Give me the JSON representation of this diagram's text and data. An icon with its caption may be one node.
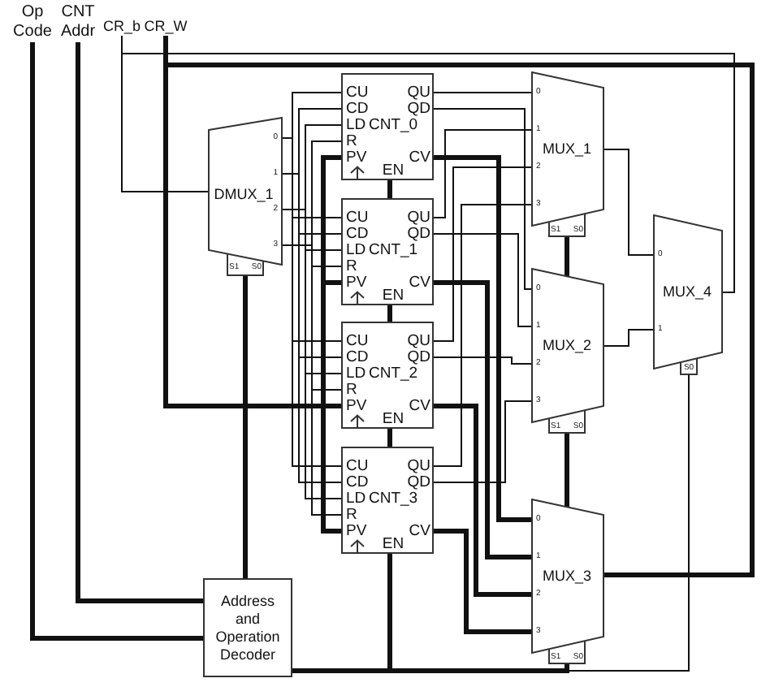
{
  "diagram": {
    "nodes": [
      {
        "text": [
          "Op Code"
        ]
      },
      {
        "text": [
          "CNT Addr"
        ]
      },
      {
        "text": [
          "CR_b"
        ]
      },
      {
        "text": [
          "CR_W"
        ]
      },
      {
        "text": [
          "0",
          "1",
          "DMUX_1",
          "2",
          "3",
          "S1",
          "S0"
        ]
      },
      {
        "text": [
          "CU",
          "QU",
          "CD",
          "QD",
          "LD",
          "CNT_0",
          "R",
          "PV",
          "CV",
          "EN"
        ]
      },
      {
        "text": [
          "CU",
          "QU",
          "CD",
          "QD",
          "LD",
          "CNT_1",
          "R",
          "PV",
          "CV",
          "EN"
        ]
      },
      {
        "text": [
          "CU",
          "QU",
          "CD",
          "QD",
          "LD",
          "CNT_2",
          "R",
          "PV",
          "CV",
          "EN"
        ]
      },
      {
        "text": [
          "CU",
          "QU",
          "CD",
          "QD",
          "LD",
          "CNT_3",
          "R",
          "PV",
          "CV",
          "EN"
        ]
      },
      {
        "text": [
          "0",
          "1",
          "MUX_1",
          "2",
          "3",
          "S1",
          "S0"
        ]
      },
      {
        "text": [
          "0",
          "1",
          "MUX_2",
          "2",
          "3",
          "S1",
          "S0"
        ]
      },
      {
        "text": [
          "0",
          "1",
          "MUX_3",
          "2",
          "3",
          "S1",
          "S0"
        ]
      },
      {
        "text": [
          "0",
          "MUX_4",
          "1",
          "S0"
        ]
      },
      {
        "text": [
          "Address and Operation Decoder"
        ]
      }
    ],
    "edges": [
      {
        "from": 0,
        "to": 13,
        "arrow": "none",
        "style": "thick"
      },
      {
        "from": 1,
        "to": 13,
        "arrow": "none",
        "style": "thick"
      },
      {
        "from": 2,
        "to": 4,
        "arrow": "none"
      },
      {
        "from": 12,
        "to": 2,
        "arrow": "none"
      },
      {
        "from": 11,
        "to": 3,
        "arrow": "none",
        "style": "thick"
      },
      {
        "from": 3,
        "to": 5,
        "arrow": "none",
        "style": "thick"
      },
      {
        "from": 3,
        "to": 6,
        "arrow": "none",
        "style": "thick"
      },
      {
        "from": 3,
        "to": 7,
        "arrow": "none",
        "style": "thick"
      },
      {
        "from": 3,
        "to": 8,
        "arrow": "none",
        "style": "thick"
      },
      {
        "from": 13,
        "to": 4,
        "arrow": "none",
        "style": "thick"
      },
      {
        "from": 4,
        "to": 5,
        "arrow": "none"
      },
      {
        "from": 4,
        "to": 6,
        "arrow": "none"
      },
      {
        "from": 4,
        "to": 7,
        "arrow": "none"
      },
      {
        "from": 4,
        "to": 8,
        "arrow": "none"
      },
      {
        "from": 4,
        "to": 5,
        "arrow": "none"
      },
      {
        "from": 4,
        "to": 6,
        "arrow": "none"
      },
      {
        "from": 4,
        "to": 7,
        "arrow": "none"
      },
      {
        "from": 4,
        "to": 8,
        "arrow": "none"
      },
      {
        "from": 4,
        "to": 5,
        "arrow": "none"
      },
      {
        "from": 4,
        "to": 6,
        "arrow": "none"
      },
      {
        "from": 4,
        "to": 7,
        "arrow": "none"
      },
      {
        "from": 4,
        "to": 8,
        "arrow": "none"
      },
      {
        "from": 4,
        "to": 5,
        "arrow": "none"
      },
      {
        "from": 4,
        "to": 6,
        "arrow": "none"
      },
      {
        "from": 4,
        "to": 7,
        "arrow": "none"
      },
      {
        "from": 4,
        "to": 8,
        "arrow": "none"
      },
      {
        "from": 5,
        "to": 9,
        "arrow": "none"
      },
      {
        "from": 6,
        "to": 9,
        "arrow": "none"
      },
      {
        "from": 7,
        "to": 9,
        "arrow": "none"
      },
      {
        "from": 8,
        "to": 9,
        "arrow": "none"
      },
      {
        "from": 5,
        "to": 10,
        "arrow": "none"
      },
      {
        "from": 6,
        "to": 10,
        "arrow": "none"
      },
      {
        "from": 7,
        "to": 10,
        "arrow": "none"
      },
      {
        "from": 8,
        "to": 10,
        "arrow": "none"
      },
      {
        "from": 5,
        "to": 11,
        "arrow": "none",
        "style": "thick"
      },
      {
        "from": 6,
        "to": 11,
        "arrow": "none",
        "style": "thick"
      },
      {
        "from": 7,
        "to": 11,
        "arrow": "none",
        "style": "thick"
      },
      {
        "from": 8,
        "to": 11,
        "arrow": "none",
        "style": "thick"
      },
      {
        "from": 9,
        "to": 12,
        "arrow": "none"
      },
      {
        "from": 10,
        "to": 12,
        "arrow": "none"
      },
      {
        "from": 5,
        "to": 6,
        "arrow": "none",
        "style": "thick"
      },
      {
        "from": 6,
        "to": 7,
        "arrow": "none",
        "style": "thick"
      },
      {
        "from": 7,
        "to": 8,
        "arrow": "none",
        "style": "thick"
      },
      {
        "from": 13,
        "to": 8,
        "arrow": "none",
        "style": "thick"
      },
      {
        "from": 9,
        "to": 10,
        "arrow": "none",
        "style": "thick"
      },
      {
        "from": 10,
        "to": 11,
        "arrow": "none",
        "style": "thick"
      },
      {
        "from": 13,
        "to": 11,
        "arrow": "none",
        "style": "thick"
      },
      {
        "from": 13,
        "to": 12,
        "arrow": "none"
      }
    ]
  }
}
